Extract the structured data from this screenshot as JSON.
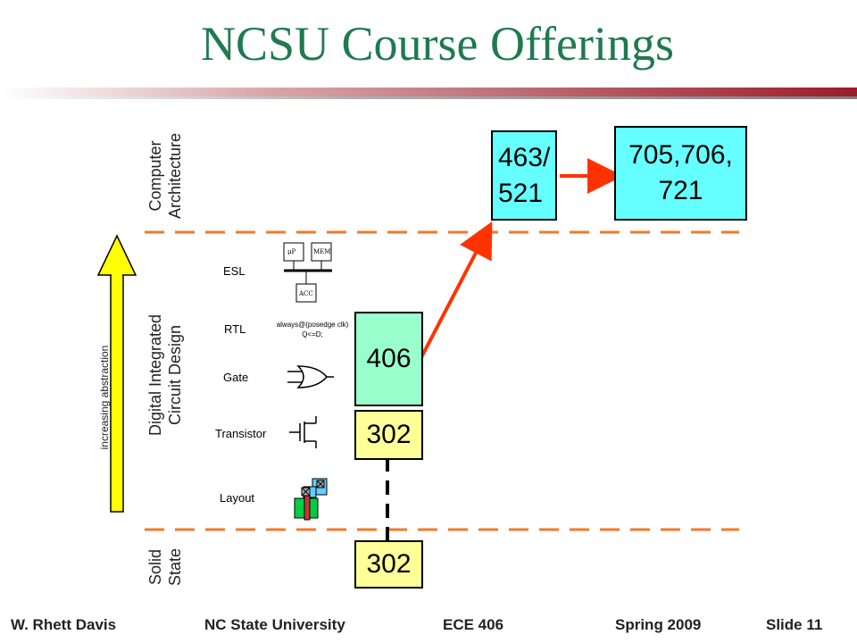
{
  "slide": {
    "title": "NCSU Course Offerings",
    "colors": {
      "title": "#1f7a4f",
      "accent_rule": "#9b1c2a",
      "dash": "#f07a2a",
      "arrow": "#ff3300",
      "course_cyan": "#66ffff",
      "course_green": "#99ffcc",
      "course_yellow": "#ffff99",
      "abstraction_arrow": "#ffff00"
    }
  },
  "regions": {
    "computer_architecture": [
      "Computer",
      "Architecture"
    ],
    "digital_integrated": [
      "Digital Integrated",
      "Circuit Design"
    ],
    "solid_state": [
      "Solid",
      "State"
    ]
  },
  "abstraction_arrow_label": "increasing abstraction",
  "levels": {
    "esl": "ESL",
    "rtl": "RTL",
    "gate": "Gate",
    "transistor": "Transistor",
    "layout": "Layout"
  },
  "esl_diagram": {
    "up": "μP",
    "mem": "MEM",
    "acc": "ACC"
  },
  "rtl_code": [
    "always@(posedge clk)",
    "Q<=D;"
  ],
  "courses": {
    "c463": [
      "463/",
      "521"
    ],
    "c705": [
      "705,706,",
      "721"
    ],
    "c406": "406",
    "c302_upper": "302",
    "c302_lower": "302"
  },
  "footer": {
    "author": "W. Rhett Davis",
    "university": "NC State University",
    "course": "ECE 406",
    "term": "Spring 2009",
    "slide": "Slide 11"
  }
}
